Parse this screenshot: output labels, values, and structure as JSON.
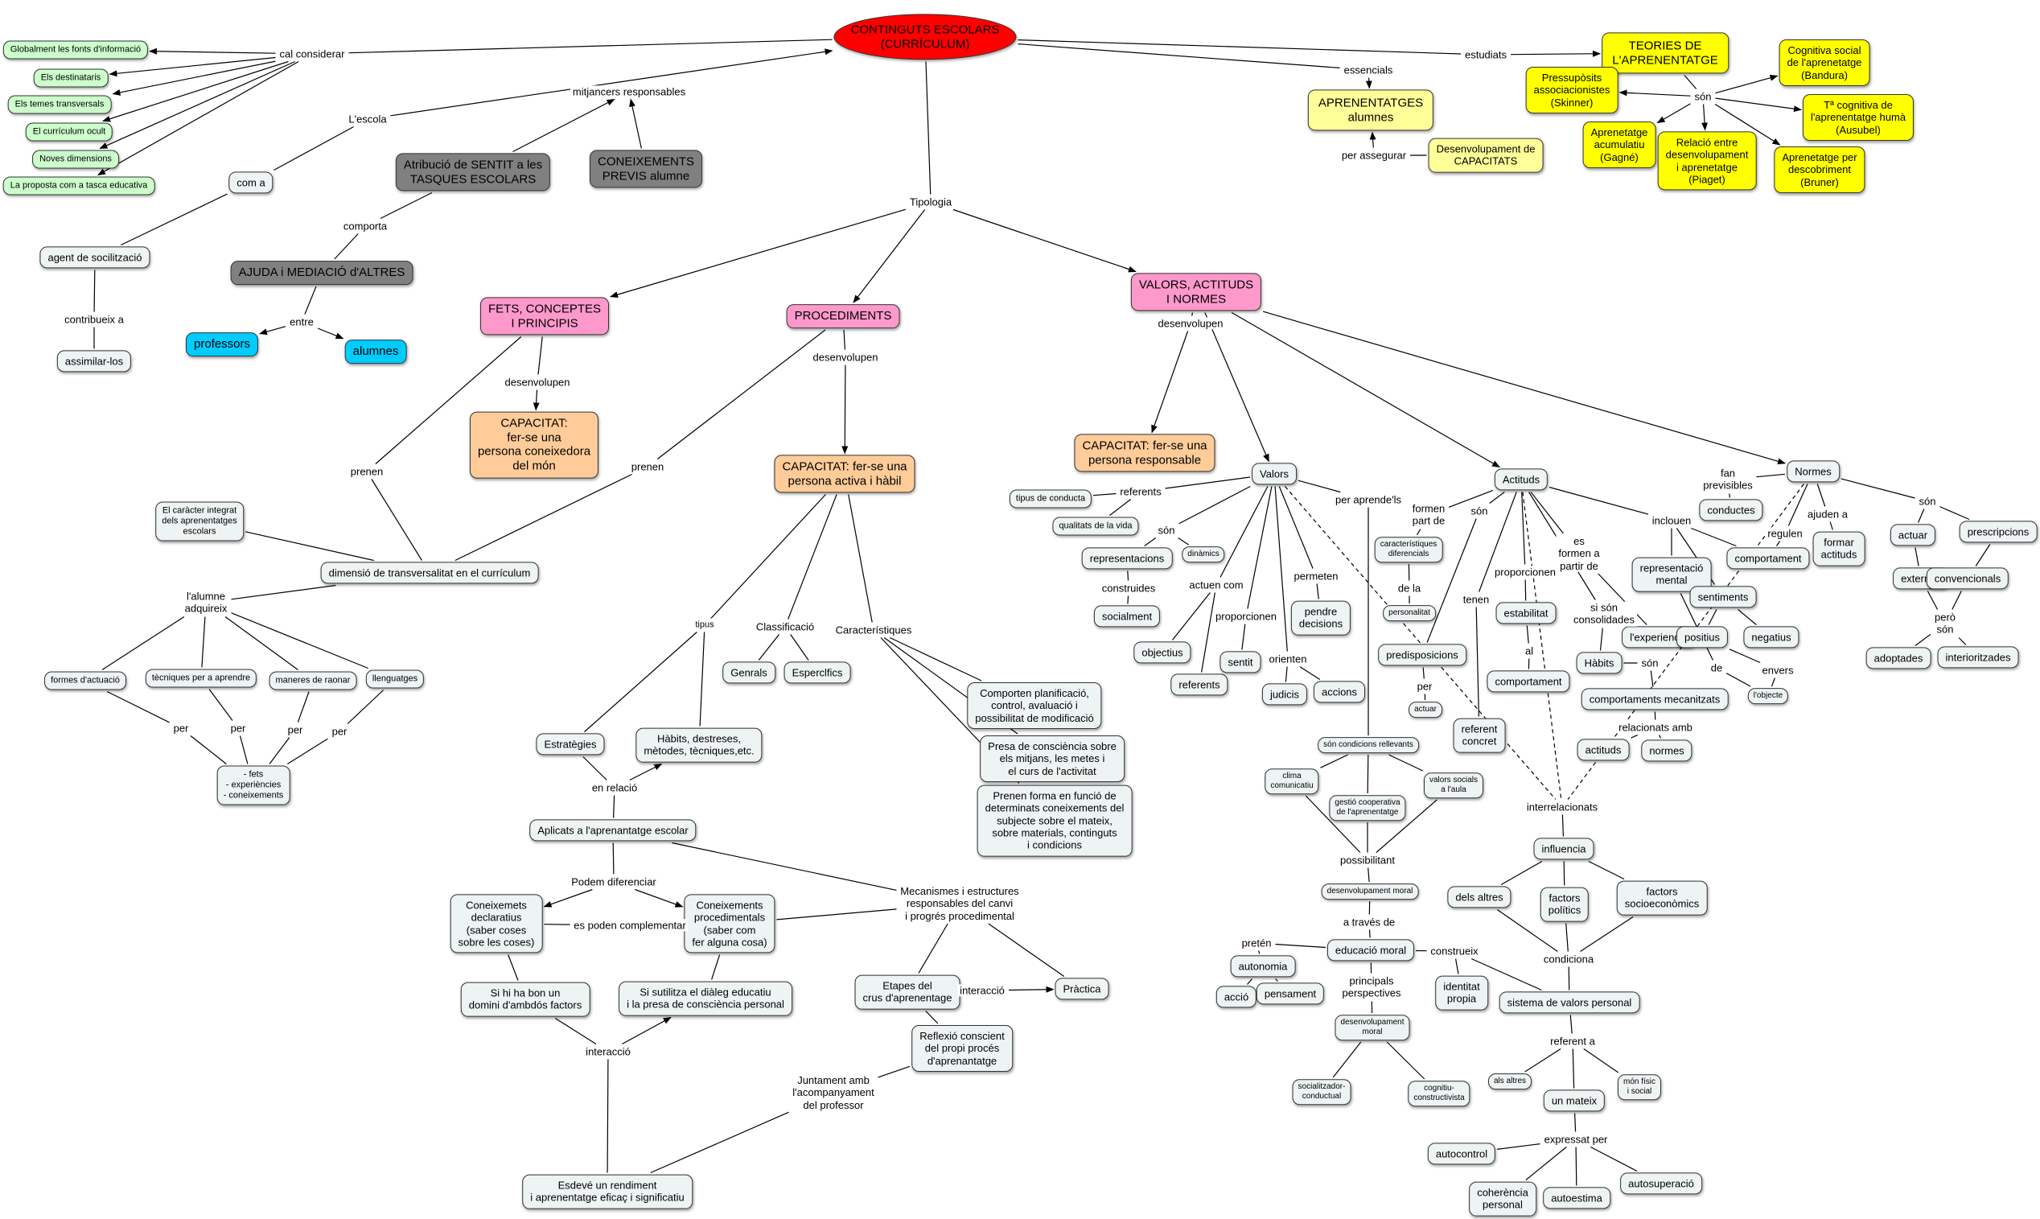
{
  "nodes": [
    {
      "id": "root",
      "text": "CONTINGUTS ESCOLARS\n(CURRÍCULUM)",
      "color": "#ff0000",
      "icon": "ellipse-shape"
    },
    {
      "id": "g1",
      "text": "Globalment les fonts d'informació",
      "color": "#ccffcc"
    },
    {
      "id": "g2",
      "text": "Els destinataris",
      "color": "#ccffcc"
    },
    {
      "id": "g3",
      "text": "Els temes transversals",
      "color": "#ccffcc"
    },
    {
      "id": "g4",
      "text": "El currículum ocult",
      "color": "#ccffcc"
    },
    {
      "id": "g5",
      "text": "Noves dimensions",
      "color": "#ccffcc"
    },
    {
      "id": "g6",
      "text": "La proposta com a  tasca educativa",
      "color": "#ccffcc"
    },
    {
      "id": "coma",
      "text": "com a"
    },
    {
      "id": "agent",
      "text": "agent de socilització"
    },
    {
      "id": "assim",
      "text": "assimilar-los"
    },
    {
      "id": "atrib",
      "text": "Atribució de SENTIT a les\nTASQUES ESCOLARS",
      "color": "#808080"
    },
    {
      "id": "coneix",
      "text": "CONEIXEMENTS\nPREVIS alumne",
      "color": "#808080"
    },
    {
      "id": "ajuda",
      "text": "AJUDA i MEDIACIÓ d'ALTRES",
      "color": "#808080"
    },
    {
      "id": "prof",
      "text": "professors",
      "color": "#00ccff"
    },
    {
      "id": "alum",
      "text": "alumnes",
      "color": "#00ccff"
    },
    {
      "id": "apren",
      "text": "APRENENTATGES\nalumnes",
      "color": "#ffff99"
    },
    {
      "id": "desen",
      "text": "Desenvolupament de\nCAPACITATS",
      "color": "#ffff99"
    },
    {
      "id": "teories",
      "text": "TEORIES DE\nL'APRENENTATGE",
      "color": "#ffff00"
    },
    {
      "id": "bandura",
      "text": "Cognitiva social\nde l'aprenetatge\n(Bandura)",
      "color": "#ffff00"
    },
    {
      "id": "skinner",
      "text": "Pressupòsits\nassociacionistes\n(Skinner)",
      "color": "#ffff00"
    },
    {
      "id": "ausubel",
      "text": "Tª cognitiva de\nl'aprenentatge humà\n(Ausubel)",
      "color": "#ffff00"
    },
    {
      "id": "gagne",
      "text": "Aprenetatge\nacumulatiu\n(Gagné)",
      "color": "#ffff00"
    },
    {
      "id": "piaget",
      "text": "Relació entre\ndesenvolupament\ni aprenetatge\n(Piaget)",
      "color": "#ffff00"
    },
    {
      "id": "bruner",
      "text": "Aprenetatge per\ndescobriment\n(Bruner)",
      "color": "#ffff00"
    },
    {
      "id": "fets",
      "text": "FETS, CONCEPTES\nI PRINCIPIS",
      "color": "#ff99cc"
    },
    {
      "id": "proc",
      "text": "PROCEDIMENTS",
      "color": "#ff99cc"
    },
    {
      "id": "valors",
      "text": "VALORS, ACTITUDS\nI NORMES",
      "color": "#ff99cc"
    },
    {
      "id": "capf",
      "text": "CAPACITAT:\nfer-se una\npersona coneixedora\ndel món",
      "color": "#ffcc99"
    },
    {
      "id": "capp",
      "text": "CAPACITAT: fer-se una\npersona activa i hàbil",
      "color": "#ffcc99"
    },
    {
      "id": "capv",
      "text": "CAPACITAT: fer-se una\npersona responsable",
      "color": "#ffcc99"
    },
    {
      "id": "caracter",
      "text": "El caràcter integrat\ndels aprenentatges\nescolars"
    },
    {
      "id": "dimensio",
      "text": "dimensió de transversalitat en el currículum"
    },
    {
      "id": "formes",
      "text": "formes d'actuació"
    },
    {
      "id": "tecn",
      "text": "tècniques per a aprendre"
    },
    {
      "id": "maneres",
      "text": "maneres de raonar"
    },
    {
      "id": "llenguatges",
      "text": "llenguatges"
    },
    {
      "id": "fetsexp",
      "text": "-  fets\n-  experiències\n-  coneixements"
    },
    {
      "id": "estrat",
      "text": "Estratègies"
    },
    {
      "id": "habits",
      "text": "Hàbits, destreses,\nmètodes, tècniques,etc."
    },
    {
      "id": "genrals",
      "text": "Genrals"
    },
    {
      "id": "espec",
      "text": "Esperclfics"
    },
    {
      "id": "comp1",
      "text": "Comporten planificació,\ncontrol, avaluació i\npossibilitat de modificació"
    },
    {
      "id": "comp2",
      "text": "Presa de consciència sobre\nels mitjans, les metes i\nel curs de l'activitat"
    },
    {
      "id": "comp3",
      "text": "Prenen forma en funció de\ndeterminats coneixements del\nsubjecte sobre el mateix,\nsobre materials, continguts\ni condicions"
    },
    {
      "id": "aplic",
      "text": "Aplicats a l'aprenantatge escolar"
    },
    {
      "id": "cdecl",
      "text": "Coneixemets\ndeclaratius\n(saber coses\nsobre les coses)"
    },
    {
      "id": "cproc",
      "text": "Coneixements\nprocedimentals\n(saber com\nfer alguna cosa)"
    },
    {
      "id": "sihi",
      "text": "Si hi ha bon un\ndomini d'ambdós factors"
    },
    {
      "id": "siutil",
      "text": "Si sutilitza el diàleg educatiu\ni la presa de consciència personal"
    },
    {
      "id": "etapes",
      "text": "Etapes del\ncrus d'aprenentage"
    },
    {
      "id": "practica",
      "text": "Pràctica"
    },
    {
      "id": "reflexio",
      "text": "Reflexió conscient\ndel propi procés\nd'aprenantatge"
    },
    {
      "id": "esdeve",
      "text": "Esdevé un rendiment\ni aprenentatge eficaç i significatiu"
    },
    {
      "id": "valorsn",
      "text": "Valors"
    },
    {
      "id": "tipus",
      "text": "tipus de conducta"
    },
    {
      "id": "qualitats",
      "text": "qualitats de la vida"
    },
    {
      "id": "repres",
      "text": "representacions"
    },
    {
      "id": "dinamics",
      "text": "dinàmics"
    },
    {
      "id": "socialm",
      "text": "socialment"
    },
    {
      "id": "objectius",
      "text": "objectius"
    },
    {
      "id": "referents",
      "text": "referents"
    },
    {
      "id": "sentit",
      "text": "sentit"
    },
    {
      "id": "judicis",
      "text": "judicis"
    },
    {
      "id": "accions",
      "text": "accions"
    },
    {
      "id": "pendre",
      "text": "pendre\ndecisions"
    },
    {
      "id": "actituds",
      "text": "Actituds"
    },
    {
      "id": "caracdif",
      "text": "característiques\ndiferencials"
    },
    {
      "id": "personalitat",
      "text": "personalitat"
    },
    {
      "id": "predisp",
      "text": "predisposicions"
    },
    {
      "id": "actuar1",
      "text": "actuar"
    },
    {
      "id": "refconcret",
      "text": "referent\nconcret"
    },
    {
      "id": "estab",
      "text": "estabilitat"
    },
    {
      "id": "comport",
      "text": "comportament"
    },
    {
      "id": "experiencia",
      "text": "l'experiencia"
    },
    {
      "id": "habits2",
      "text": "Hàbits"
    },
    {
      "id": "compmec",
      "text": "comportaments mecanitzats"
    },
    {
      "id": "actituds2",
      "text": "actituds"
    },
    {
      "id": "normes2",
      "text": "normes"
    },
    {
      "id": "reprment",
      "text": "representació\nmental"
    },
    {
      "id": "comport2",
      "text": "comportament"
    },
    {
      "id": "sentiments",
      "text": "sentiments"
    },
    {
      "id": "positius",
      "text": "positius"
    },
    {
      "id": "negatius",
      "text": "negatius"
    },
    {
      "id": "objecte",
      "text": "l'objecte"
    },
    {
      "id": "normes",
      "text": "Normes"
    },
    {
      "id": "conductes",
      "text": "conductes"
    },
    {
      "id": "formaract",
      "text": "formar\nactituds"
    },
    {
      "id": "actuar2",
      "text": "actuar"
    },
    {
      "id": "prescrip",
      "text": "prescripcions"
    },
    {
      "id": "externes",
      "text": "externes"
    },
    {
      "id": "convenc",
      "text": "convencionals"
    },
    {
      "id": "adoptades",
      "text": "adoptades"
    },
    {
      "id": "interior",
      "text": "interioritzades"
    },
    {
      "id": "sonrell",
      "text": "són condicions rellevants"
    },
    {
      "id": "clima",
      "text": "clima\ncomunicatiu"
    },
    {
      "id": "gestio",
      "text": "gestió cooperativa\nde l'aprenentatge"
    },
    {
      "id": "valsoc",
      "text": "valors socials\na l'aula"
    },
    {
      "id": "desmoral",
      "text": "desenvolupament moral"
    },
    {
      "id": "edmoral",
      "text": "educació moral"
    },
    {
      "id": "autonomia",
      "text": "autonomia"
    },
    {
      "id": "accio",
      "text": "acció"
    },
    {
      "id": "pensament",
      "text": "pensament"
    },
    {
      "id": "identitat",
      "text": "identitat\npropia"
    },
    {
      "id": "desmoral2",
      "text": "desenvolupament\nmoral"
    },
    {
      "id": "socializ",
      "text": "socialitzador-\nconductual"
    },
    {
      "id": "cognitiu",
      "text": "cognitiu-\nconstructivista"
    },
    {
      "id": "influencia",
      "text": "influencia"
    },
    {
      "id": "altres1",
      "text": "dels altres"
    },
    {
      "id": "politics",
      "text": "factors\npolítics"
    },
    {
      "id": "socioec",
      "text": "factors\nsocioeconòmics"
    },
    {
      "id": "sistema",
      "text": "sistema de valors personal"
    },
    {
      "id": "altres2",
      "text": "als altres"
    },
    {
      "id": "mateix",
      "text": "un mateix"
    },
    {
      "id": "monfisic",
      "text": "món físic\ni social"
    },
    {
      "id": "autocontrol",
      "text": "autocontrol"
    },
    {
      "id": "coherencia",
      "text": "coherència\npersonal"
    },
    {
      "id": "autoestima",
      "text": "autoestima"
    },
    {
      "id": "autosup",
      "text": "autosuperació"
    }
  ],
  "labels": [
    {
      "id": "cal",
      "text": "cal considerar"
    },
    {
      "id": "mitj",
      "text": "mitjancers responsables"
    },
    {
      "id": "lescola",
      "text": "L'escola"
    },
    {
      "id": "comporta",
      "text": "comporta"
    },
    {
      "id": "contrib",
      "text": "contribueix a"
    },
    {
      "id": "entre",
      "text": "entre"
    },
    {
      "id": "essencials",
      "text": "essencials"
    },
    {
      "id": "estudiats",
      "text": "estudiats"
    },
    {
      "id": "perasseg",
      "text": "per assegurar"
    },
    {
      "id": "son_t",
      "text": "són"
    },
    {
      "id": "tipologia",
      "text": "Tipologia"
    },
    {
      "id": "desv1",
      "text": "desenvolupen"
    },
    {
      "id": "desv2",
      "text": "desenvolupen"
    },
    {
      "id": "desv3",
      "text": "desenvolupen"
    },
    {
      "id": "prenen1",
      "text": "prenen"
    },
    {
      "id": "prenen2",
      "text": "prenen"
    },
    {
      "id": "alumneadq",
      "text": "l'alumne\nadquireix"
    },
    {
      "id": "per1",
      "text": "per"
    },
    {
      "id": "per2",
      "text": "per"
    },
    {
      "id": "per3",
      "text": "per"
    },
    {
      "id": "per4",
      "text": "per"
    },
    {
      "id": "tipus_l",
      "text": "tipus"
    },
    {
      "id": "classif",
      "text": "Classificació"
    },
    {
      "id": "caract",
      "text": "Característiques"
    },
    {
      "id": "enrelacio",
      "text": "en relació"
    },
    {
      "id": "podem",
      "text": "Podem diferenciar"
    },
    {
      "id": "espoden",
      "text": "es poden complementar"
    },
    {
      "id": "mecan",
      "text": "Mecanismes i estructures\nresponsables del canvi\ni progrés procedimental"
    },
    {
      "id": "interaccio1",
      "text": "interacció"
    },
    {
      "id": "interaccio2",
      "text": "interacció"
    },
    {
      "id": "juntament",
      "text": "Juntament amb\nl'acompanyament\ndel professor"
    },
    {
      "id": "referents_l",
      "text": "referents"
    },
    {
      "id": "son_v",
      "text": "són"
    },
    {
      "id": "construides",
      "text": "construides"
    },
    {
      "id": "actuencom",
      "text": "actuen com"
    },
    {
      "id": "proporcionen1",
      "text": "proporcionen"
    },
    {
      "id": "permeten",
      "text": "permeten"
    },
    {
      "id": "orienten",
      "text": "orienten"
    },
    {
      "id": "peraprende",
      "text": "per aprende'ls"
    },
    {
      "id": "formen",
      "text": "formen\npart de"
    },
    {
      "id": "delala",
      "text": "de la"
    },
    {
      "id": "son_a",
      "text": "són"
    },
    {
      "id": "per_a",
      "text": "per"
    },
    {
      "id": "tenen",
      "text": "tenen"
    },
    {
      "id": "proporcionen2",
      "text": "proporcionen"
    },
    {
      "id": "al",
      "text": "al"
    },
    {
      "id": "esformen",
      "text": "es\nformen a\npartir de"
    },
    {
      "id": "sison",
      "text": "si són\nconsolidades"
    },
    {
      "id": "son_h",
      "text": "són"
    },
    {
      "id": "relacionats",
      "text": "relacionats amb"
    },
    {
      "id": "inclouen",
      "text": "inclouen"
    },
    {
      "id": "de_l",
      "text": "de"
    },
    {
      "id": "envers",
      "text": "envers"
    },
    {
      "id": "fan",
      "text": "fan\nprevisibles"
    },
    {
      "id": "regulen",
      "text": "regulen"
    },
    {
      "id": "ajuden",
      "text": "ajuden a"
    },
    {
      "id": "son_n",
      "text": "són"
    },
    {
      "id": "peroson",
      "text": "però\nsón"
    },
    {
      "id": "interrel",
      "text": "interrelacionats"
    },
    {
      "id": "possib",
      "text": "possibilitant"
    },
    {
      "id": "atraves",
      "text": "a través de"
    },
    {
      "id": "preten",
      "text": "pretén"
    },
    {
      "id": "construeix",
      "text": "construeix"
    },
    {
      "id": "principals",
      "text": "principals\nperspectives"
    },
    {
      "id": "condiciona",
      "text": "condiciona"
    },
    {
      "id": "referenta",
      "text": "referent a"
    },
    {
      "id": "expressat",
      "text": "expressat per"
    }
  ]
}
